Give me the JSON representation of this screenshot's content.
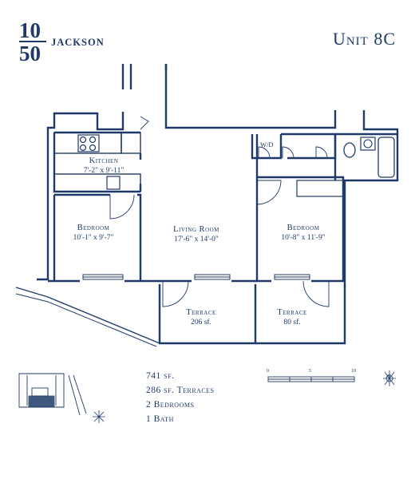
{
  "logo": {
    "num_top": "10",
    "num_bottom": "50",
    "name": "JACKSON"
  },
  "unit_title": "Unit 8C",
  "rooms": {
    "kitchen": {
      "name": "Kitchen",
      "dims": "7'-2\" x 9'-11\""
    },
    "bedroom_left": {
      "name": "Bedroom",
      "dims": "10'-1\" x 9'-7\""
    },
    "living": {
      "name": "Living Room",
      "dims": "17'-6\" x 14'-0\""
    },
    "bedroom_right": {
      "name": "Bedroom",
      "dims": "10'-8\" x 11'-9\""
    },
    "terrace_left": {
      "name": "Terrace",
      "area": "206 sf."
    },
    "terrace_right": {
      "name": "Terrace",
      "area": "80 sf."
    }
  },
  "washer_dryer": "W/D",
  "summary": {
    "area": "741 sf.",
    "terraces": "286 sf. Terraces",
    "bedrooms": "2 Bedrooms",
    "baths": "1 Bath"
  },
  "scale": {
    "ticks": [
      "0",
      "5",
      "10"
    ]
  },
  "compass": {
    "north_label": "N"
  },
  "colors": {
    "line": "#1f3a68",
    "background": "#ffffff"
  },
  "icons": [
    "compass-rose-icon",
    "key-plan-icon",
    "door-swing-icon"
  ]
}
